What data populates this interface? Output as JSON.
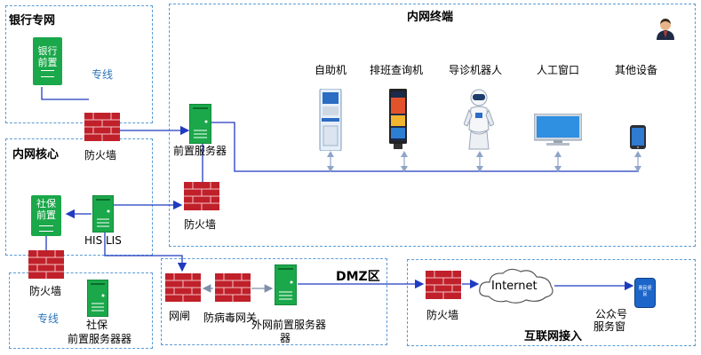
{
  "zones": {
    "bank": "银行专网",
    "intranet_core": "内网核心",
    "intranet_terminal": "内网终端",
    "dmz": "DMZ区",
    "internet_access": "互联网接入"
  },
  "bank_box_text": "银行\n前置",
  "social_box_text": "社保\n前置",
  "labels": {
    "dedicated_line_top": "专线",
    "dedicated_line_bottom": "专线",
    "firewall_bank": "防火墙",
    "front_server": "前置服务器",
    "firewall_mid": "防火墙",
    "his_lis": "HIS LIS",
    "firewall_social": "防火墙",
    "social_server_line1": "社保",
    "social_server_line2": "前置服务器器",
    "gateway": "网闸",
    "antivirus": "防病毒网关",
    "ext_server_line1": "外网前置服务器",
    "ext_server_line2": "器",
    "firewall_internet": "防火墙",
    "internet_cloud": "Internet",
    "wechat_line1": "公众号",
    "wechat_line2": "服务窗",
    "phone_screen": "惠民便民"
  },
  "terminals": [
    {
      "name": "自助机",
      "icon": "kiosk-icon"
    },
    {
      "name": "排班查询机",
      "icon": "schedule-display-icon"
    },
    {
      "name": "导诊机器人",
      "icon": "robot-icon"
    },
    {
      "name": "人工窗口",
      "icon": "monitor-icon"
    },
    {
      "name": "其他设备",
      "icon": "tablet-icon"
    }
  ],
  "colors": {
    "zone_border": "#5b9bd5",
    "link_blue": "#1f3bbf",
    "server_green": "#1aa84a",
    "firewall_red": "#c0202a",
    "label_blue": "#2e75b6"
  }
}
